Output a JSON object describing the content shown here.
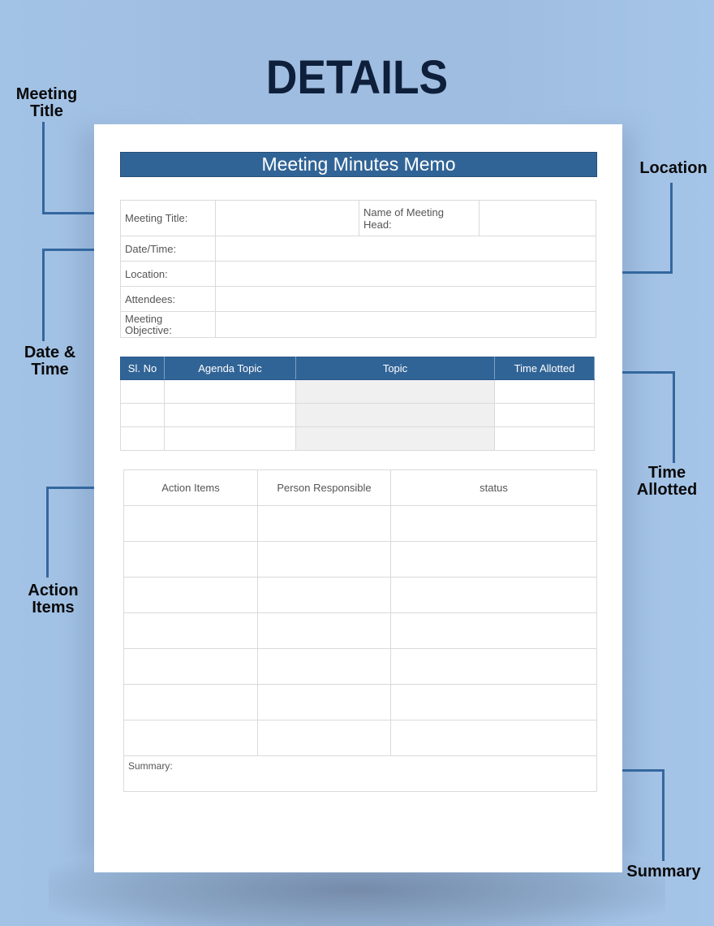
{
  "infographic": {
    "title": "DETAILS",
    "callouts": {
      "meeting_title": [
        "Meeting",
        "Title"
      ],
      "date_time": [
        "Date &",
        "Time"
      ],
      "action_items": [
        "Action",
        "Items"
      ],
      "location": [
        "Location"
      ],
      "time_allotted": [
        "Time",
        "Allotted"
      ],
      "summary": [
        "Summary"
      ]
    },
    "colors": {
      "accent": "#316496",
      "arrow": "#34679e",
      "background": "#a3c3e6",
      "title": "#0d1f3a"
    }
  },
  "memo": {
    "header": "Meeting Minutes Memo",
    "info": {
      "meeting_title_label": "Meeting Title:",
      "meeting_title_value": "",
      "meeting_head_label": "Name of Meeting Head:",
      "meeting_head_value": "",
      "date_time_label": "Date/Time:",
      "location_label": "Location:",
      "attendees_label": "Attendees:",
      "objective_label_line1": "Meeting",
      "objective_label_line2": "Objective:"
    },
    "agenda": {
      "columns": [
        "Sl. No",
        "Agenda Topic",
        "Topic",
        "Time Allotted"
      ],
      "rows": [
        [
          "",
          "",
          "",
          ""
        ],
        [
          "",
          "",
          "",
          ""
        ],
        [
          "",
          "",
          "",
          ""
        ]
      ]
    },
    "actions": {
      "columns": [
        "Action Items",
        "Person Responsible",
        "status"
      ],
      "row_count": 7,
      "summary_label": "Summary:"
    }
  }
}
